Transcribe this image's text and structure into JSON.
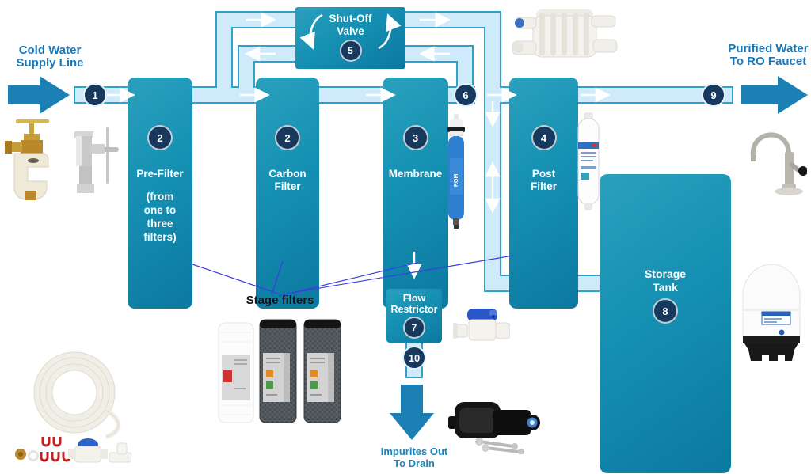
{
  "diagram": {
    "cold_water": [
      "Cold Water",
      "Supply Line"
    ],
    "purified": [
      "Purified Water",
      "To RO Faucet"
    ],
    "drain": [
      "Impurites Out",
      "To Drain"
    ],
    "stage_filters_label": "Stage filters"
  },
  "stations": {
    "pre_filter": {
      "number": "2",
      "title": "Pre-Filter",
      "note": [
        "(from",
        "one to",
        "three",
        "filters)"
      ]
    },
    "carbon_filter": {
      "number": "2",
      "title": [
        "Carbon",
        "Filter"
      ]
    },
    "membrane": {
      "number": "3",
      "title": [
        "Membrane"
      ]
    },
    "post_filter": {
      "number": "4",
      "title": [
        "Post",
        "Filter"
      ]
    },
    "shut_off_valve": {
      "number": "5",
      "title": [
        "Shut-Off",
        "Valve"
      ]
    },
    "flow_restrictor": {
      "number": "7",
      "title": [
        "Flow",
        "Restrictor"
      ]
    },
    "storage_tank": {
      "number": "8",
      "title": [
        "Storage",
        "Tank"
      ]
    }
  },
  "flow_markers": {
    "supply": "1",
    "membrane_out": "6",
    "to_faucet": "9",
    "to_drain": "10"
  },
  "product_labels": {
    "membrane_cartridge": "ROM"
  },
  "colors": {
    "box_teal_light": "#2aa0bd",
    "box_teal_dark": "#0c78a0",
    "pipe_fill": "#cfeafa",
    "pipe_stroke": "#2fa2c9",
    "marker_navy": "#17395d",
    "arrow_blue": "#1c80b4",
    "label_blue": "#1878ba",
    "drain_label_blue": "#1a86b8",
    "pointer_line_blue": "#3d3de0"
  }
}
